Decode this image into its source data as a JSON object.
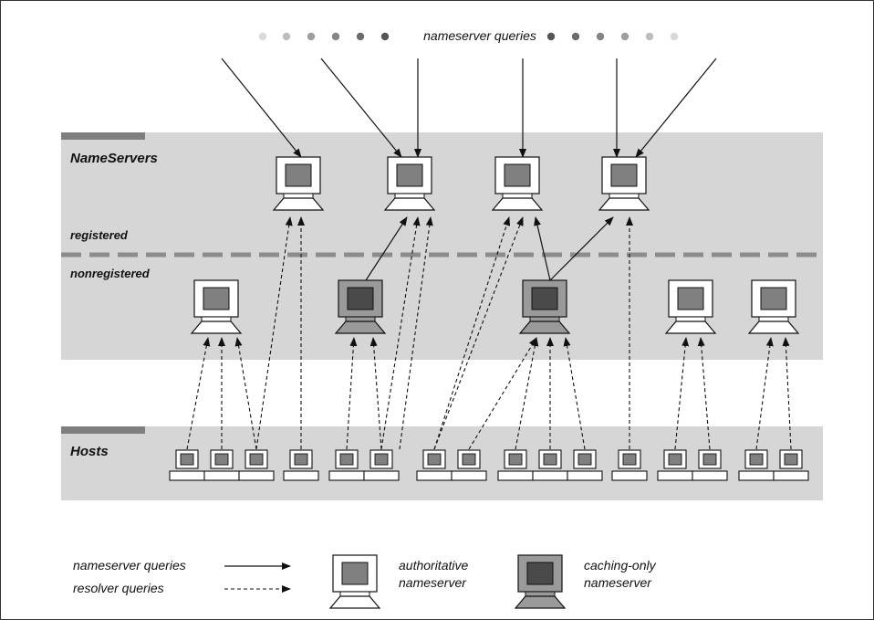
{
  "top": {
    "title": "nameserver queries",
    "dot_colors": [
      "#d9d9d9",
      "#bdbdbd",
      "#9e9e9e",
      "#858585",
      "#6c6c6c",
      "#555555"
    ]
  },
  "bands": {
    "nameservers": "NameServers",
    "registered": "registered",
    "nonregistered": "nonregistered",
    "hosts": "Hosts"
  },
  "legend": {
    "nameserver_queries": "nameserver queries",
    "resolver_queries": "resolver queries",
    "authoritative_line1": "authoritative",
    "authoritative_line2": "nameserver",
    "caching_line1": "caching-only",
    "caching_line2": "nameserver"
  },
  "colors": {
    "band_fill": "#d6d6d6",
    "band_tab": "#7f7f7f",
    "divider": "#8c8c8c",
    "authoritative_screen": "#808080",
    "caching_body": "#9a9a9a",
    "caching_screen": "#4a4a4a"
  },
  "icons": {
    "authoritative": "authoritative-nameserver-icon",
    "caching": "caching-only-nameserver-icon",
    "host": "host-computer-icon"
  }
}
